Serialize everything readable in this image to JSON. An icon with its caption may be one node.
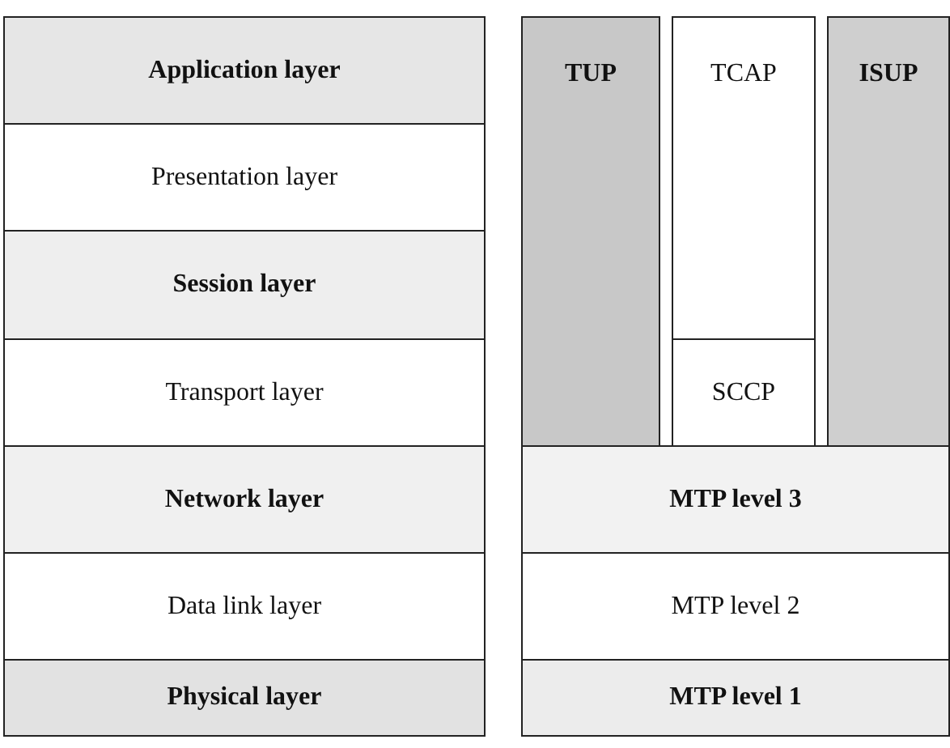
{
  "diagram": {
    "nodes": [
      {
        "text": [
          "Application layer"
        ]
      },
      {
        "text": [
          "Presentation layer"
        ]
      },
      {
        "text": [
          "Session layer"
        ]
      },
      {
        "text": [
          "Transport layer"
        ]
      },
      {
        "text": [
          "Network layer"
        ]
      },
      {
        "text": [
          "Data link layer"
        ]
      },
      {
        "text": [
          "Physical layer"
        ]
      },
      {
        "text": [
          "TUP"
        ]
      },
      {
        "text": [
          "TCAP"
        ]
      },
      {
        "text": [
          "ISUP"
        ]
      },
      {
        "text": [
          "SCCP"
        ]
      },
      {
        "text": [
          "MTP level 3"
        ]
      },
      {
        "text": [
          "MTP level 2"
        ]
      },
      {
        "text": [
          "MTP level 1"
        ]
      }
    ],
    "edges": []
  }
}
